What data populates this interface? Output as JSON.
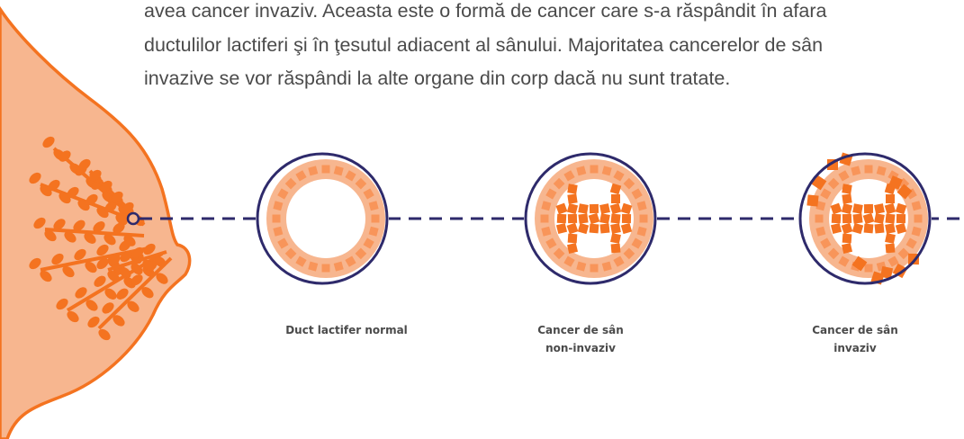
{
  "intro_lines": [
    "avea cancer invaziv. Aceasta este o formă de cancer care s-a răspândit în afara",
    "ductulilor lactiferi şi în ţesutul adiacent al sânului. Majoritatea cancerelor de sân",
    "invazive se vor răspândi la alte organe din corp dacă nu sunt tratate."
  ],
  "captions": {
    "normal": [
      "Duct lactifer normal"
    ],
    "non_invasive": [
      "Cancer de sân",
      "non-invaziv"
    ],
    "invasive": [
      "Cancer de sân",
      "invaziv"
    ]
  },
  "colors": {
    "text": "#4a4a4a",
    "breast_fill": "#f7b68f",
    "breast_outline": "#f47320",
    "lobule": "#f47320",
    "ring_outline": "#2e2a6b",
    "cells_light": "#f7b68f",
    "cells_dark": "#f47320",
    "dashed_line": "#2e2a6b"
  }
}
